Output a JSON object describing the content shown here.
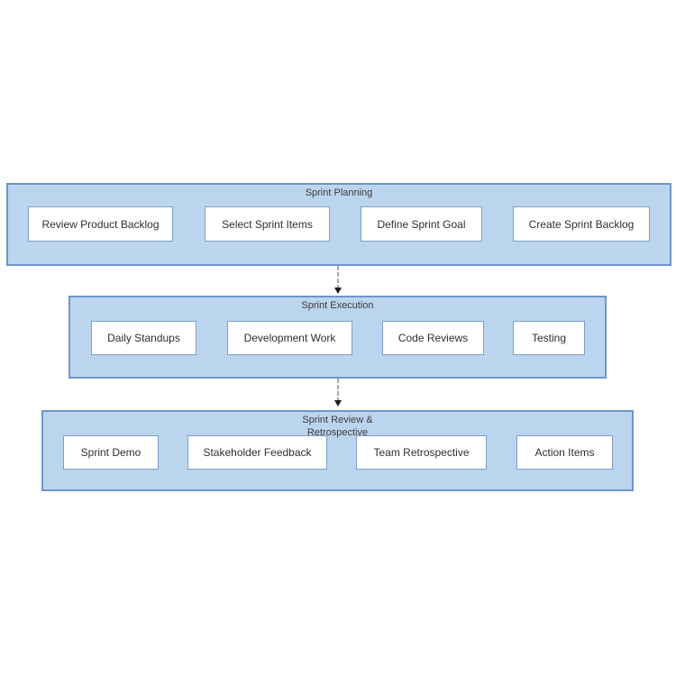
{
  "diagram": {
    "groups": [
      {
        "title": "Sprint Planning",
        "items": [
          "Review Product Backlog",
          "Select Sprint Items",
          "Define Sprint Goal",
          "Create Sprint Backlog"
        ]
      },
      {
        "title": "Sprint Execution",
        "items": [
          "Daily Standups",
          "Development Work",
          "Code Reviews",
          "Testing"
        ]
      },
      {
        "title": "Sprint Review & Retrospective",
        "items": [
          "Sprint Demo",
          "Stakeholder Feedback",
          "Team Retrospective",
          "Action Items"
        ]
      }
    ],
    "connectors": [
      {
        "from": "Sprint Planning",
        "to": "Sprint Execution"
      },
      {
        "from": "Sprint Execution",
        "to": "Sprint Review & Retrospective"
      }
    ],
    "colors": {
      "group_fill": "#bcd5ee",
      "group_border": "#6e96c8",
      "node_fill": "#ffffff",
      "node_border": "#7d9ec8",
      "text": "#2f2f2f",
      "arrow_line": "#8c8c8c",
      "arrow_head": "#1a1a1a",
      "background": "#ffffff"
    }
  }
}
